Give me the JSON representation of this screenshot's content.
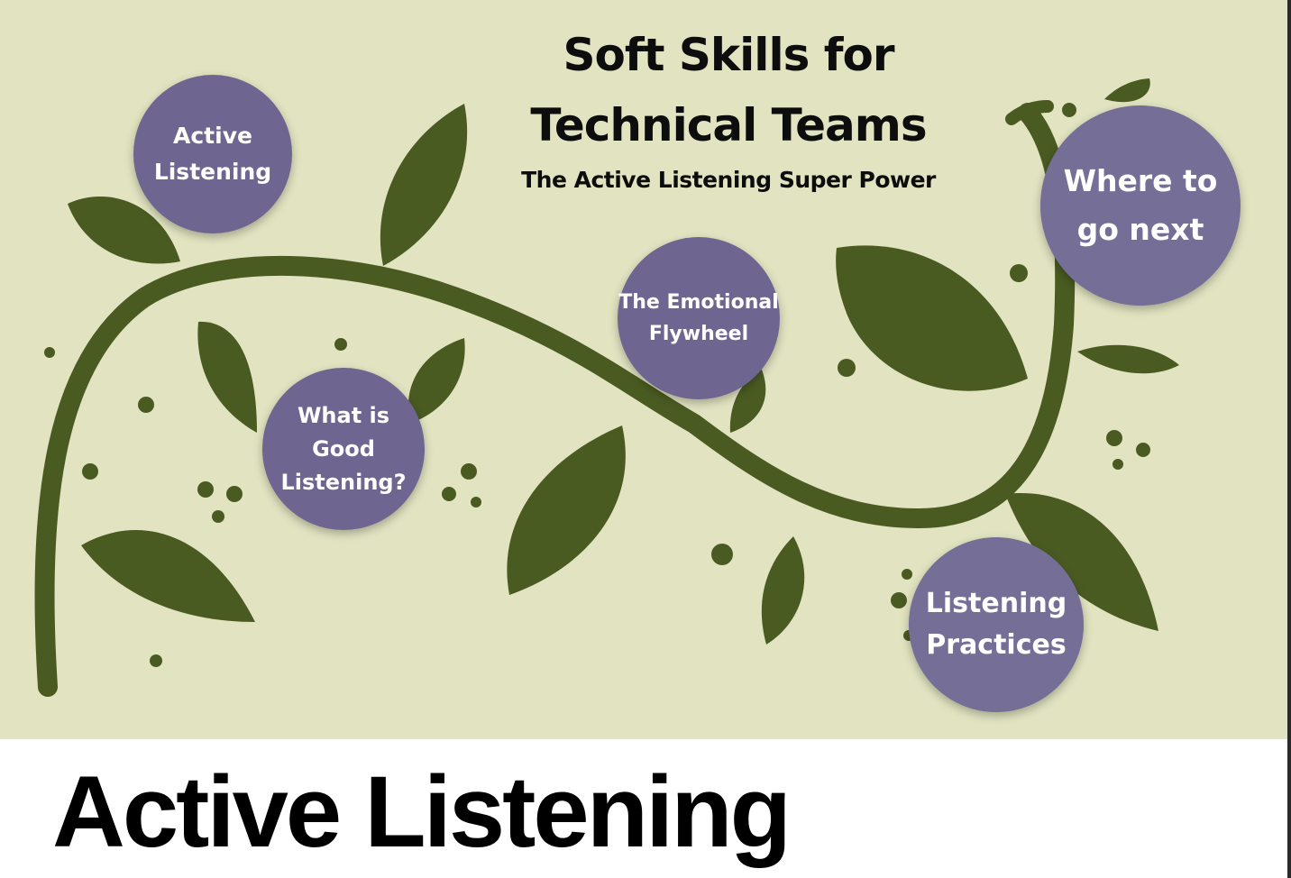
{
  "slide": {
    "title_line1": "Soft Skills for",
    "title_line2": "Technical Teams",
    "subtitle": "The Active Listening Super Power",
    "nodes": {
      "active_listening": [
        "Active",
        "Listening"
      ],
      "good_listening": [
        "What is Good",
        "Listening?"
      ],
      "emotional_flywheel": [
        "The Emotional",
        "Flywheel"
      ],
      "where_next": [
        "Where to",
        "go next"
      ],
      "listening_practices": [
        "Listening",
        "Practices"
      ]
    }
  },
  "caption": "Active Listening",
  "colors": {
    "background": "#e1e3c1",
    "vine": "#4a5b22",
    "node": "#6e6590",
    "text_dark": "#0d0d0d"
  }
}
